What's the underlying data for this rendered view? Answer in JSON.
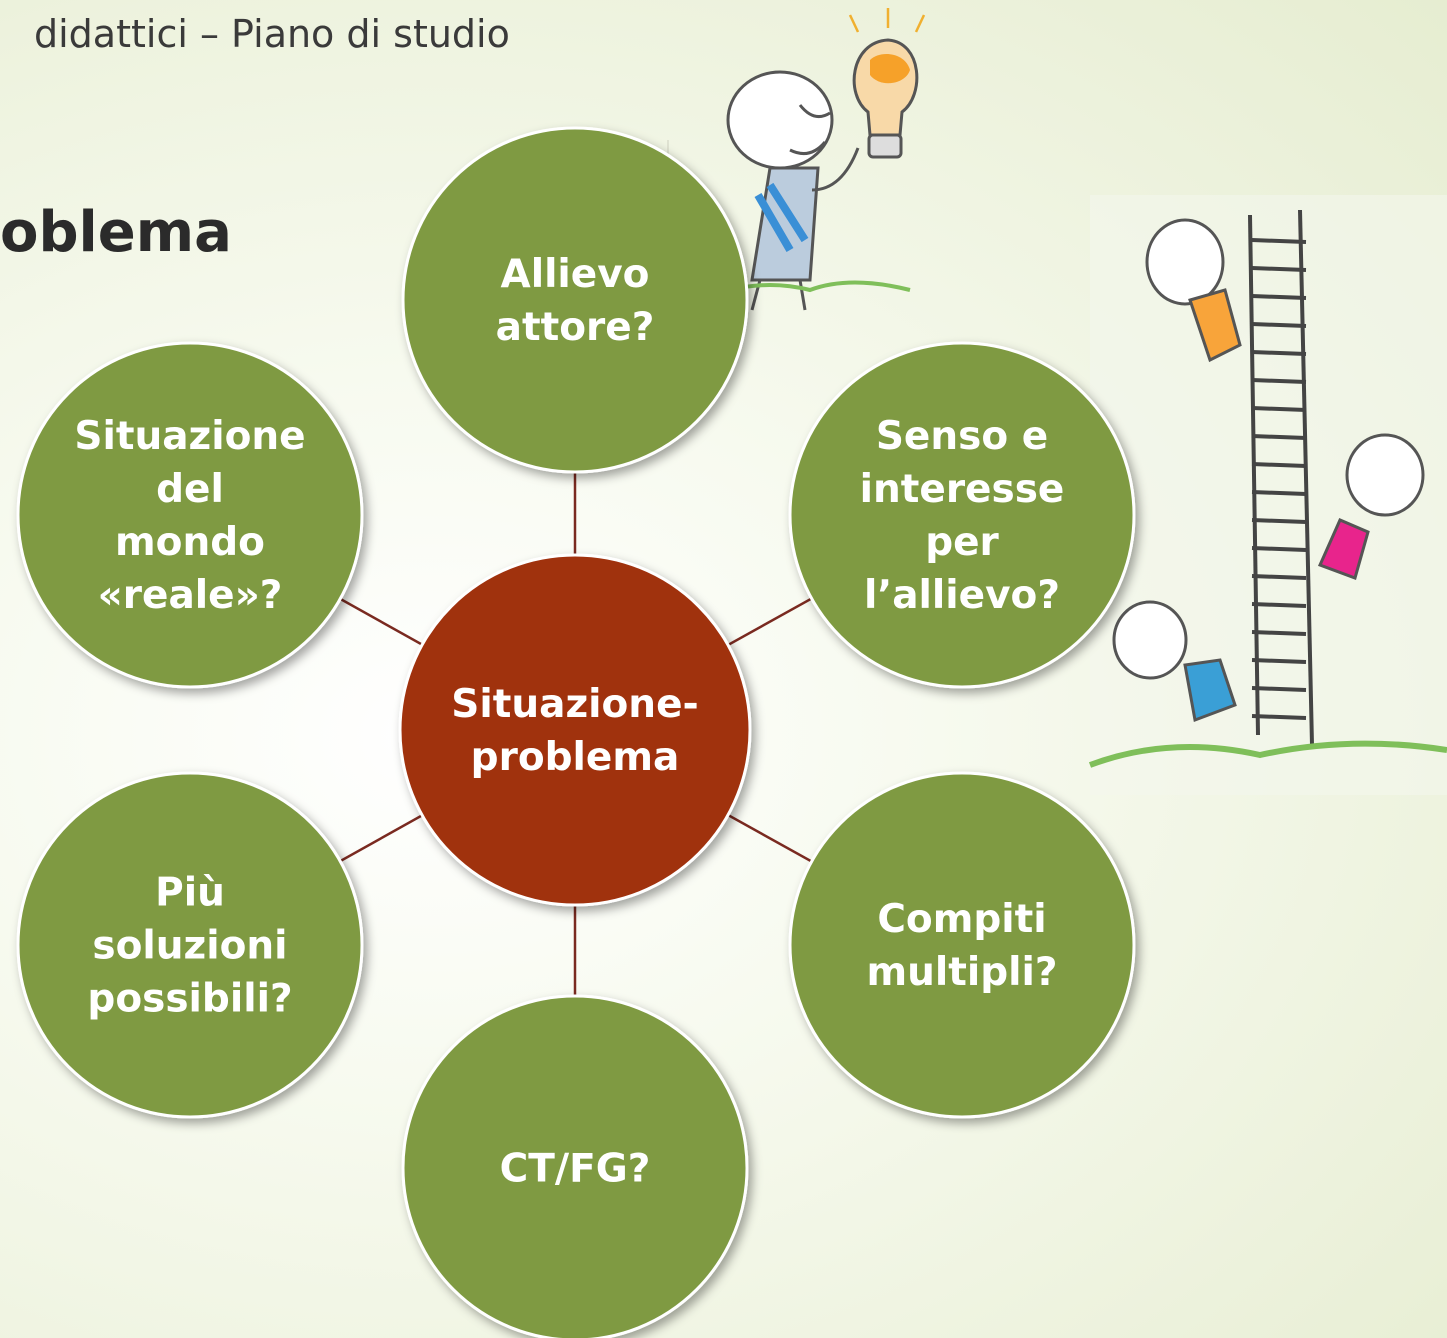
{
  "header": {
    "breadcrumb": "didattici – Piano di studio"
  },
  "title": "oblema",
  "diagram": {
    "center": {
      "lines": [
        "Situazione-",
        "problema"
      ],
      "color": "#a0300f"
    },
    "node_color": "#7f9a43",
    "line_color": "#7a2a20",
    "nodes": [
      {
        "key": "top",
        "lines": [
          "Allievo",
          "attore?"
        ]
      },
      {
        "key": "upper-right",
        "lines": [
          "Senso e",
          "interesse",
          "per",
          "l’allievo?"
        ]
      },
      {
        "key": "lower-right",
        "lines": [
          "Compiti",
          "multipli?"
        ]
      },
      {
        "key": "bottom",
        "lines": [
          "CT/FG?"
        ]
      },
      {
        "key": "lower-left",
        "lines": [
          "Più",
          "soluzioni",
          "possibili?"
        ]
      },
      {
        "key": "upper-left",
        "lines": [
          "Situazione",
          "del",
          "mondo",
          "«reale»?"
        ]
      }
    ]
  },
  "illustrations": {
    "idea": "lightbulb-figure",
    "ladder": "ladder-figures"
  }
}
